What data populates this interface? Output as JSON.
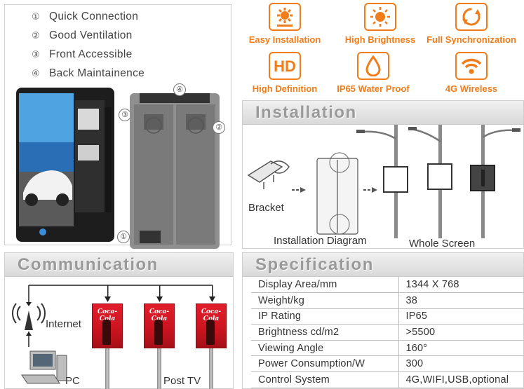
{
  "features": [
    {
      "num": "①",
      "label": "Quick Connection"
    },
    {
      "num": "②",
      "label": "Good Ventilation"
    },
    {
      "num": "③",
      "label": "Front Accessible"
    },
    {
      "num": "④",
      "label": "Back Maintainence"
    }
  ],
  "callouts": {
    "c1": "①",
    "c2": "②",
    "c3": "③",
    "c4": "④"
  },
  "icons": [
    {
      "label": "Easy Installation",
      "icon": "sun-gear-icon"
    },
    {
      "label": "High Brightness",
      "icon": "sun-icon"
    },
    {
      "label": "Full Synchronization",
      "icon": "sync-icon"
    },
    {
      "label": "High Definition",
      "icon": "hd-icon"
    },
    {
      "label": "IP65  Water Proof",
      "icon": "water-drop-icon"
    },
    {
      "label": "4G Wireless",
      "icon": "wifi-icon"
    }
  ],
  "installation": {
    "title": "Installation",
    "bracket": "Bracket",
    "diagram": "Installation Diagram",
    "whole": "Whole Screen"
  },
  "communication": {
    "title": "Communication",
    "internet": "Internet",
    "pc": "PC",
    "post_tv": "Post TV",
    "ad_brand": "Coca-Cola"
  },
  "specification": {
    "title": "Specification",
    "rows": [
      {
        "key": "Display Area/mm",
        "value": "1344 X 768"
      },
      {
        "key": "Weight/kg",
        "value": "38"
      },
      {
        "key": "IP Rating",
        "value": "IP65"
      },
      {
        "key": "Brightness cd/m2",
        "value": ">5500"
      },
      {
        "key": "Viewing Angle",
        "value": "160°"
      },
      {
        "key": "Power Consumption/W",
        "value": "300"
      },
      {
        "key": "Control System",
        "value": "4G,WIFI,USB,optional"
      }
    ]
  },
  "colors": {
    "accent": "#f07c1a",
    "header_text": "#9a9a9a"
  }
}
